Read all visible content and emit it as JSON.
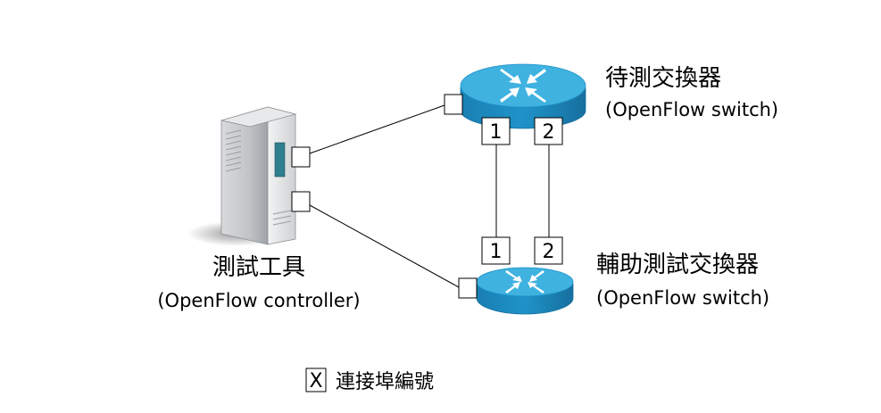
{
  "tester": {
    "title": "測試工具",
    "subtitle": "(OpenFlow controller)"
  },
  "dut_switch": {
    "title": "待測交換器",
    "subtitle": "(OpenFlow switch)",
    "ports": [
      "1",
      "2"
    ]
  },
  "aux_switch": {
    "title": "輔助測試交換器",
    "subtitle": "(OpenFlow switch)",
    "ports": [
      "1",
      "2"
    ]
  },
  "legend": {
    "symbol": "X",
    "label": "連接埠編號"
  },
  "colors": {
    "router_blue": "#1f93c8",
    "router_top": "#3fb2e0",
    "server_gray": "#b9bcbf",
    "line": "#000000"
  },
  "icons": {
    "server": "server-tower-icon",
    "router": "router-icon"
  }
}
